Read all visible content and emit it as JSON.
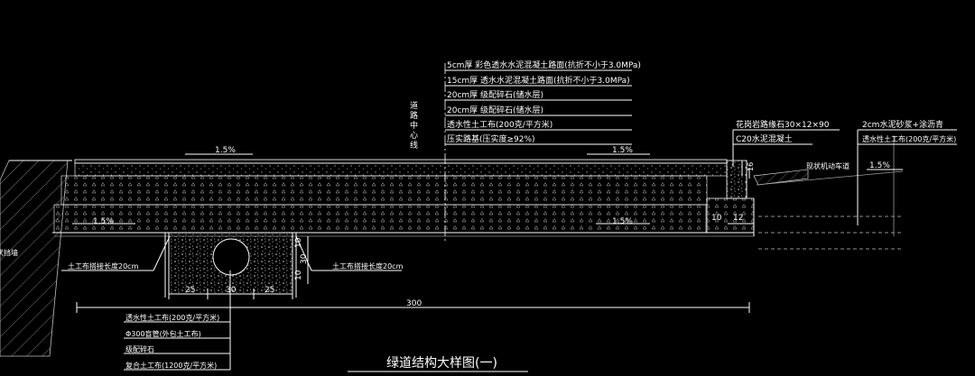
{
  "colors": {
    "background": "#000000",
    "line": "#ffffff",
    "hatch": "#9a9a9a"
  },
  "title": "绿道结构大样图(一)",
  "layers": [
    "5cm厚 彩色透水水泥混凝土路面(抗折不小于3.0MPa)",
    "15cm厚 透水水泥混凝土路面(抗折不小于3.0MPa)",
    "20cm厚 级配碎石(储水层)",
    "20cm厚 级配碎石(储水层)",
    "透水性土工布(200克/平方米)",
    "压实路基(压实度≥92%)"
  ],
  "centerline_label": "道路中心线",
  "curb": {
    "stone": "花岗岩路缘石30×12×90",
    "concrete": "C20水泥混凝土"
  },
  "right_notes": [
    "2cm水泥砂浆+涂沥青",
    "透水性土工布(200克/平方米)"
  ],
  "existing_lane": "现状机动车道",
  "retaining_wall": "现状挡墙",
  "slopes": {
    "top_left": "1.5%",
    "top_right": "1.5%",
    "bottom_left": "1.5%",
    "bottom_right": "1.5%",
    "far_right": "1.5%"
  },
  "geotextile_left": "土工布搭接长度20cm",
  "geotextile_right": "土工布搭接长度20cm",
  "drain_notes": [
    "透水性土工布(200克/平方米)",
    "Φ300盲管(外包土工布)",
    "级配碎石",
    "复合土工布(1200克/平方米)"
  ],
  "dimensions": {
    "bottom_a": "25",
    "bottom_b": "30",
    "bottom_c": "25",
    "total_width": "300",
    "side_a": "10",
    "side_b": "30",
    "side_c": "10",
    "curb_a": "10",
    "curb_b": "12",
    "curb_h": "16"
  }
}
